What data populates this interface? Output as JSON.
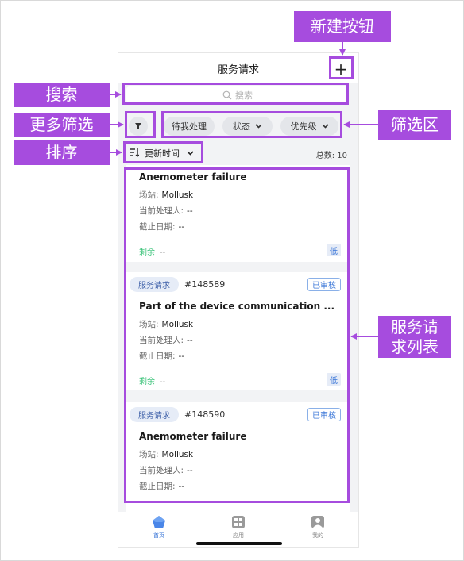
{
  "nav": {
    "title": "服务请求",
    "add_label": "+"
  },
  "search": {
    "placeholder": "搜索"
  },
  "filters": {
    "chips": [
      "待我处理",
      "状态",
      "优先级"
    ]
  },
  "sort": {
    "label": "更新时间",
    "total_label": "总数:",
    "total_value": "10"
  },
  "cards": [
    {
      "title": "Anemometer failure",
      "station_label": "场站:",
      "station": "Mollusk",
      "handler_label": "当前处理人:",
      "handler": "--",
      "due_label": "截止日期:",
      "due": "--",
      "remain_label": "剩余",
      "remain": "--",
      "priority": "低"
    },
    {
      "tag": "服务请求",
      "id": "#148589",
      "status": "已审核",
      "title": "Part of the device communication ...",
      "station_label": "场站:",
      "station": "Mollusk",
      "handler_label": "当前处理人:",
      "handler": "--",
      "due_label": "截止日期:",
      "due": "--",
      "remain_label": "剩余",
      "remain": "--",
      "priority": "低"
    },
    {
      "tag": "服务请求",
      "id": "#148590",
      "status": "已审核",
      "title": "Anemometer failure",
      "station_label": "场站:",
      "station": "Mollusk",
      "handler_label": "当前处理人:",
      "handler": "--",
      "due_label": "截止日期:",
      "due": "--"
    }
  ],
  "tabbar": {
    "items": [
      {
        "label": "首页",
        "icon": "home-icon",
        "active": true
      },
      {
        "label": "应用",
        "icon": "apps-icon",
        "active": false
      },
      {
        "label": "我的",
        "icon": "profile-icon",
        "active": false
      }
    ]
  },
  "annotations": {
    "new_button": "新建按钮",
    "search": "搜索",
    "more_filters": "更多筛选",
    "filter_area": "筛选区",
    "sort": "排序",
    "service_list": "服务请求列表"
  },
  "colors": {
    "annotation": "#a64cde",
    "accent": "#3d78d8",
    "remain": "#2fbf71",
    "background": "#f2f3f5"
  }
}
